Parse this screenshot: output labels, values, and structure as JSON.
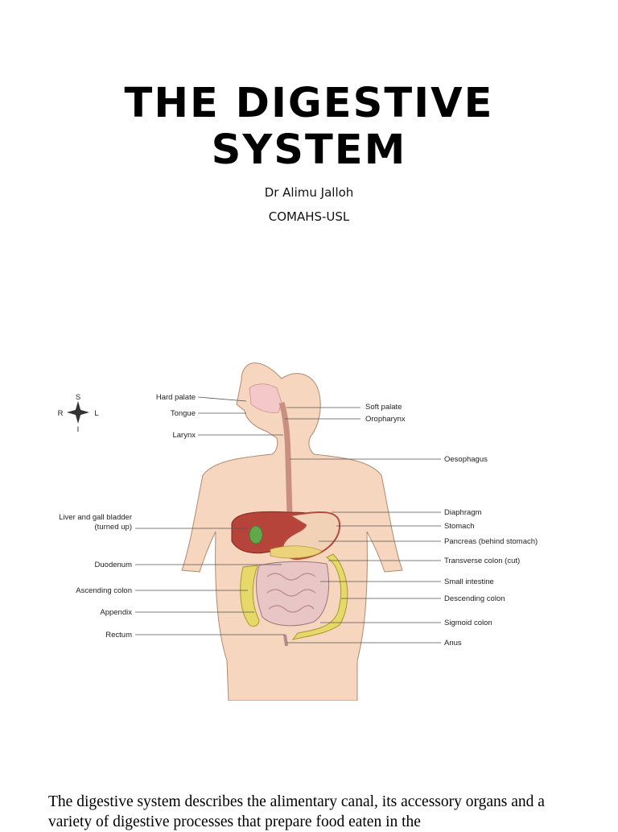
{
  "title_lines": [
    "THE DIGESTIVE",
    "SYSTEM"
  ],
  "author": "Dr Alimu Jalloh",
  "institution": "COMAHS-USL",
  "figure": {
    "compass": {
      "n": "S",
      "s": "I",
      "w": "R",
      "e": "L"
    },
    "labels_left": [
      "Hard palate",
      "Tongue",
      "Larynx",
      "Liver and gall bladder",
      "(turned up)",
      "Duodenum",
      "Ascending colon",
      "Appendix",
      "Rectum"
    ],
    "labels_right": [
      "Soft palate",
      "Oropharynx",
      "Oesophagus",
      "Diaphragm",
      "Stomach",
      "Pancreas (behind stomach)",
      "Transverse colon (cut)",
      "Small intestine",
      "Descending colon",
      "Sigmoid colon",
      "Anus"
    ]
  },
  "intro_text": "The digestive system describes the alimentary canal, its accessory organs and a variety of digestive processes that prepare food eaten in the"
}
